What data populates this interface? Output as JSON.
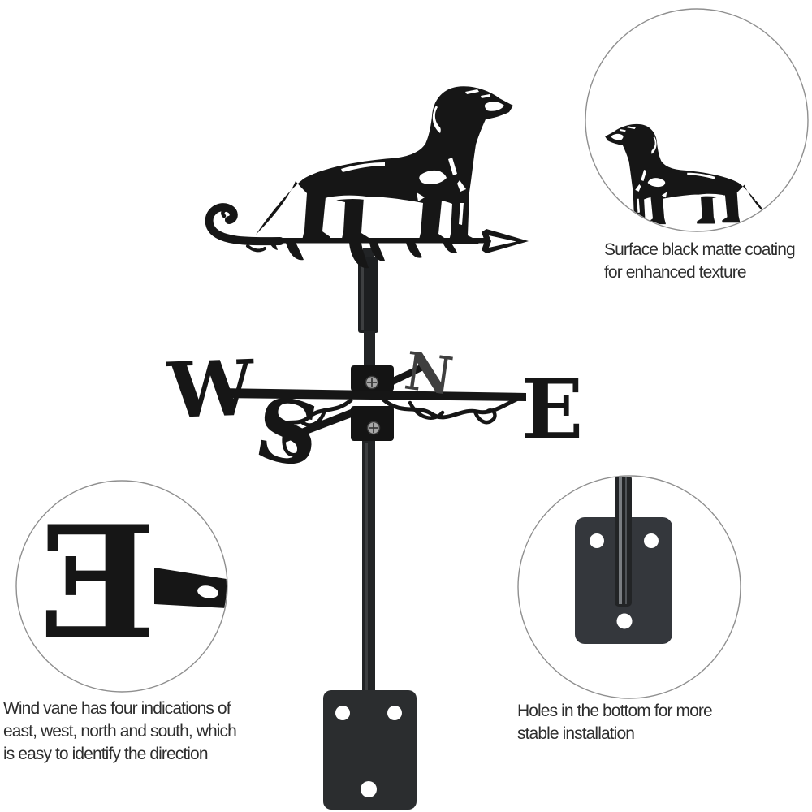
{
  "page": {
    "background": "#ffffff"
  },
  "product": {
    "compass": {
      "west": "W",
      "north": "N",
      "east": "E",
      "south": "S"
    },
    "colors": {
      "silhouette": "#161616",
      "pole": "#222426",
      "pole_highlight": "#3d3f41",
      "ferrule": "#1d1f21",
      "hub": "#141414",
      "screw": "#a6a6a6",
      "screw_slot": "#3a3a3a",
      "plate": "#2b2d2f",
      "plate_detail": "#34373c",
      "hole": "#ffffff",
      "highlight": "#ffffff",
      "north_letter": "#3f3f3f",
      "callout_border": "#8f8f8f",
      "callout_fill": "#ffffff",
      "text": "#2e2e2e"
    }
  },
  "annotations": {
    "coating": "Surface black matte coating\nfor enhanced texture",
    "directions": "Wind vane has four indications of\neast, west, north and south, which\nis easy to identify the direction",
    "holes": "Holes in the bottom for more\nstable installation"
  }
}
